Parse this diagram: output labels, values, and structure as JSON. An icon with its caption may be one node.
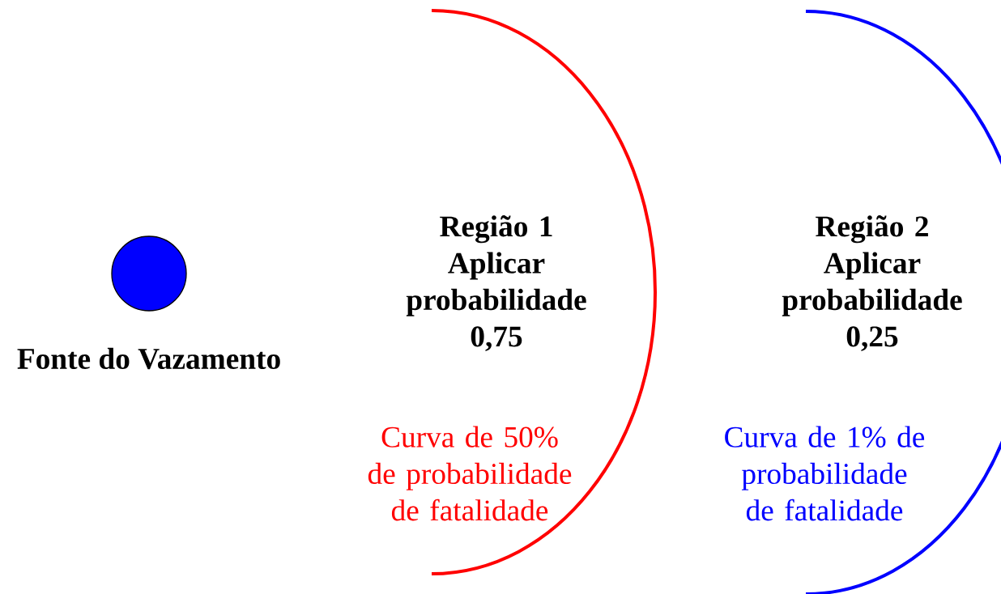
{
  "diagram": {
    "nodes": [
      {
        "text": [],
        "shape": "circle",
        "beside": [
          "Fonte do Vazamento"
        ]
      },
      {
        "text": [
          "Região 1 Aplicar probabilidade 0,75",
          "Curva de 50% de probabilidade de fatalidade"
        ]
      },
      {
        "text": [
          "Região 2 Aplicar probabilidade 0,25",
          "Curva de 1% de probabilidade de fatalidade"
        ]
      }
    ]
  }
}
